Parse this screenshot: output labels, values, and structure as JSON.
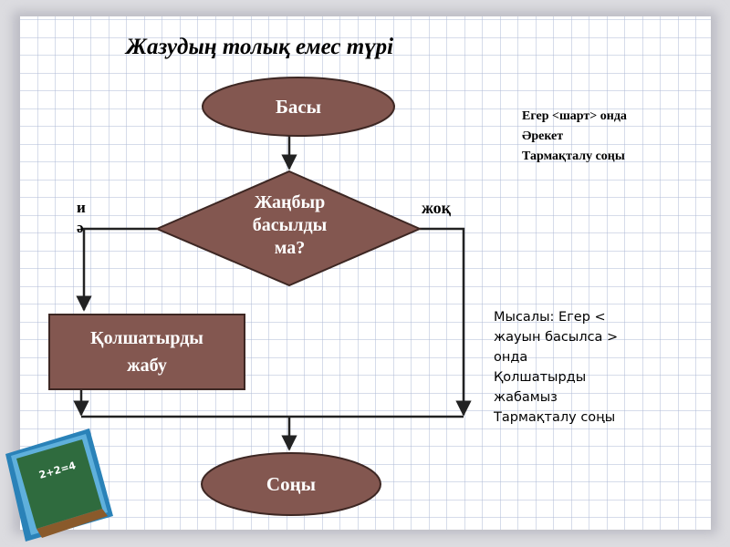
{
  "slide": {
    "title": "Жазудың толық емес түрі"
  },
  "flowchart": {
    "start": "Басы",
    "condition_lines": [
      "Жаңбыр",
      "басылды",
      "ма?"
    ],
    "yes_label": "иә",
    "no_label": "жоқ",
    "action_lines": [
      "Қолшатырды",
      "жабу"
    ],
    "end": "Соңы"
  },
  "syntax_note": {
    "lines": [
      "Егер <шарт> онда",
      "Әрекет",
      "Тармақталу соңы"
    ]
  },
  "example_note": {
    "lines": [
      "Мысалы: Егер <",
      "жауын басылса >",
      "онда",
      "Қолшатырды",
      "жабамыз",
      "Тармақталу соңы"
    ]
  },
  "colors": {
    "shape_fill": "#835750",
    "shape_stroke": "#3d2723",
    "connector": "#222222",
    "grid_line": "#aeb8d6",
    "board": "#2f6b3e",
    "board_frame": "#2a82b8"
  },
  "icons": {
    "corner": "chalkboard-icon"
  }
}
